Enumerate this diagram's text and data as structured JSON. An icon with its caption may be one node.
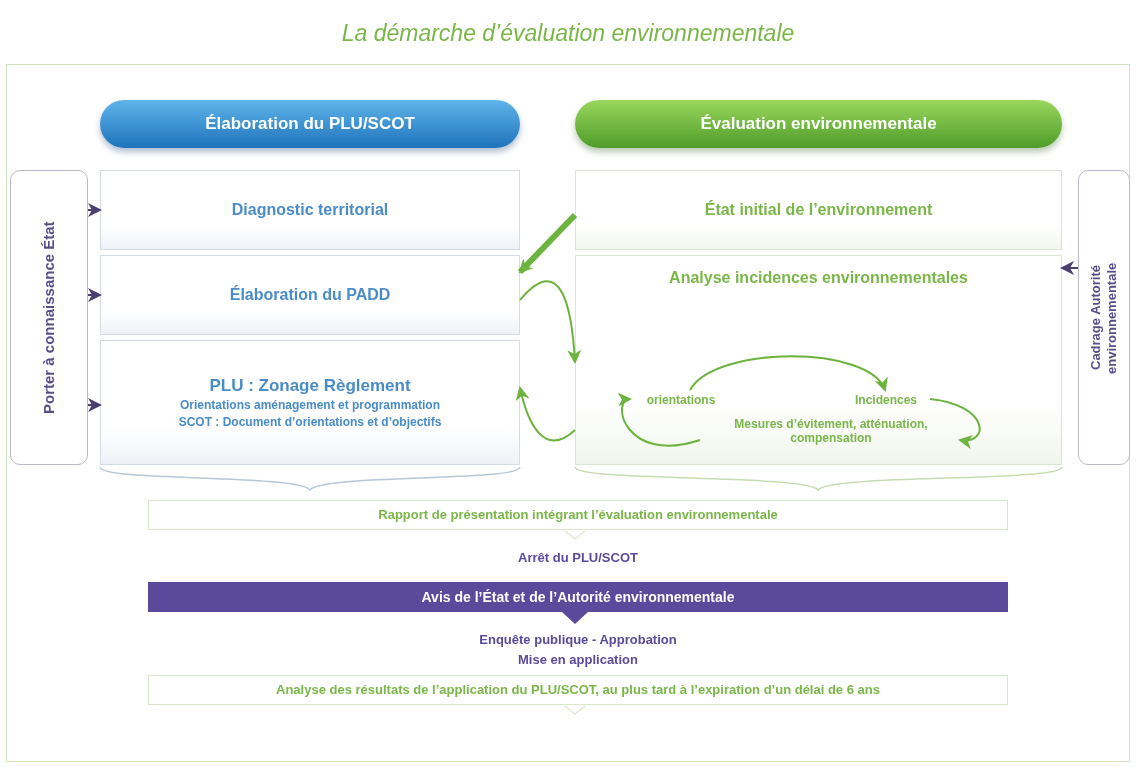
{
  "diagram": {
    "title": "La démarche d’évaluation environnementale",
    "nodes": [
      {
        "text": [
          "Élaboration du PLU/SCOT"
        ]
      },
      {
        "text": [
          "Évaluation environnementale"
        ]
      },
      {
        "text": [
          "Porter à connaissance État"
        ]
      },
      {
        "text": [
          "Diagnostic territorial"
        ]
      },
      {
        "text": [
          "Élaboration du PADD"
        ]
      },
      {
        "text": [
          "PLU : Zonage Règlement",
          "Orientations aménagement et programmation",
          "**SCOT** : Document d’orientations et d’objectifs"
        ]
      },
      {
        "text": [
          "État initial de l’environnement"
        ]
      },
      {
        "text": [
          "Analyse incidences environnementales"
        ]
      },
      {
        "text": [
          "orientations"
        ],
        "in": 7
      },
      {
        "text": [
          "Incidences"
        ],
        "in": 7
      },
      {
        "text": [
          "Mesures d’évitement, atténuation, compensation"
        ],
        "in": 7
      },
      {
        "text": [
          "Cadrage Autorité environnementale"
        ]
      },
      {
        "text": [
          "Rapport de présentation intégrant l’évaluation environnementale"
        ]
      },
      {
        "text": [
          "Avis de l’État et de l’Autorité environnementale"
        ]
      },
      {
        "text": [
          "Analyse des résultats de l’application du PLU/SCOT, au plus tard à l’expiration d’un délai de 6 ans"
        ]
      }
    ],
    "edges": [
      {
        "from": 2,
        "to": 3,
        "arrow": "to",
        "color": "#4b3f72"
      },
      {
        "from": 2,
        "to": 4,
        "arrow": "to",
        "color": "#4b3f72"
      },
      {
        "from": 2,
        "to": 5,
        "arrow": "to",
        "color": "#4b3f72"
      },
      {
        "from": 11,
        "to": 7,
        "arrow": "to",
        "color": "#4b3f72"
      },
      {
        "from": 6,
        "to": 4,
        "arrow": "to",
        "style": "thick"
      },
      {
        "from": 4,
        "to": 7,
        "arrow": "to"
      },
      {
        "from": 7,
        "to": 5,
        "arrow": "to"
      },
      {
        "from": 8,
        "to": 9,
        "arrow": "to"
      },
      {
        "from": 9,
        "to": 10,
        "arrow": "to"
      },
      {
        "from": 10,
        "to": 8,
        "arrow": "to"
      }
    ],
    "labels": [
      "Arrêt du PLU/SCOT",
      "Enquête publique - Approbation",
      "Mise en application"
    ]
  }
}
